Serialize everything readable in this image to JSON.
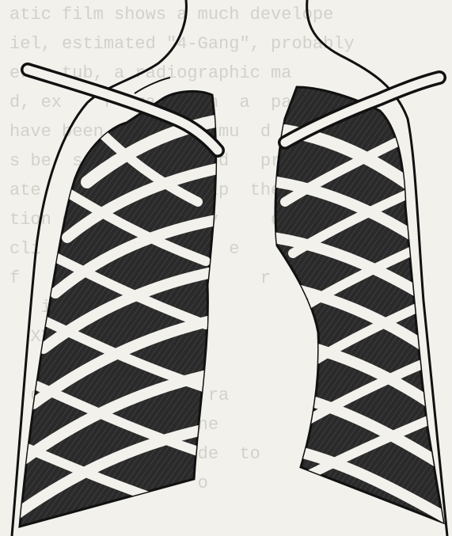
{
  "figure": {
    "caption": "",
    "background_text_lines": [
      "atic film shows a much develope",
      "iel, estimated \"4-Gang\", probably",
      "erly tub, a radiographic ma",
      "d, ex    r  ma    in  a  pass",
      "have been    to  a  mu  d  radio",
      "s be  so   to    iond   prus",
      "ate      d   flu  rip  the",
      "tion of    ari    ev     d",
      "cli    e      r      e    er",
      "f                       r",
      "",
      "   ii    ed",
      "  XX     s   ev",
      "       a   ities",
      "  d    o    ed  r  ra",
      "",
      "   ie             ne",
      "  place  will  grade  to",
      "  pr    a   t     o"
    ],
    "colors": {
      "paper": "#f2f1ec",
      "lung_fill": "#2b2b2b",
      "rib": "#f2f1ec",
      "outline": "#111111"
    }
  }
}
